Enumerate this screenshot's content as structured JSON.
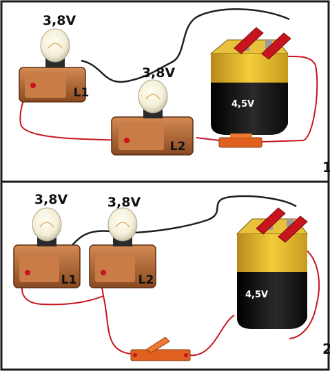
{
  "setups": [
    {
      "title": "التركيب 1",
      "battery_label": "4,5V",
      "lamps": [
        {
          "voltage": "3,8V",
          "name": "L1"
        },
        {
          "voltage": "3,8V",
          "name": "L2"
        }
      ]
    },
    {
      "title": "التركيب 2",
      "battery_label": "4,5V",
      "lamps": [
        {
          "voltage": "3,8V",
          "name": "L1"
        },
        {
          "voltage": "3,8V",
          "name": "L2"
        }
      ]
    }
  ],
  "colors": {
    "frame": "#1a1a1a",
    "wire_red": "#c8141e",
    "wire_black": "#1e1e1e",
    "lamp_base": "#b06a3a",
    "battery_top": "#e3b92a",
    "battery_body": "#151515",
    "switch": "#e06020"
  }
}
